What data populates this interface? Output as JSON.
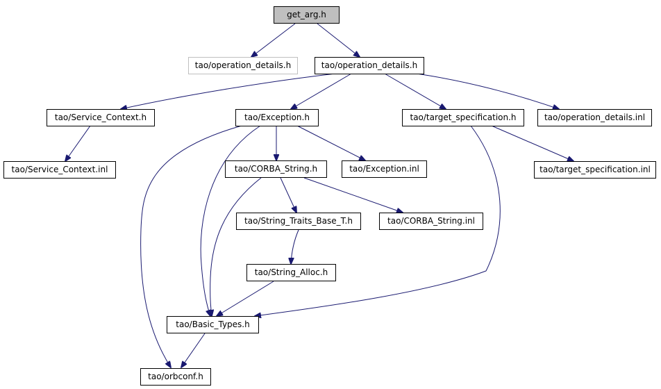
{
  "graph": {
    "nodes": {
      "root": "get_arg.h",
      "opdetails_ghost": "tao/operation_details.h",
      "opdetails": "tao/operation_details.h",
      "service_context": "tao/Service_Context.h",
      "exception": "tao/Exception.h",
      "target_spec": "tao/target_specification.h",
      "opdetails_inl": "tao/operation_details.inl",
      "service_context_inl": "tao/Service_Context.inl",
      "corba_string": "tao/CORBA_String.h",
      "exception_inl": "tao/Exception.inl",
      "target_spec_inl": "tao/target_specification.inl",
      "string_traits": "tao/String_Traits_Base_T.h",
      "corba_string_inl": "tao/CORBA_String.inl",
      "string_alloc": "tao/String_Alloc.h",
      "basic_types": "tao/Basic_Types.h",
      "orbconf": "tao/orbconf.h"
    },
    "colors": {
      "edge": "#191970",
      "root_fill": "#bfbfbf",
      "ghost_border": "#bfbfbf",
      "node_border": "#000000"
    }
  }
}
